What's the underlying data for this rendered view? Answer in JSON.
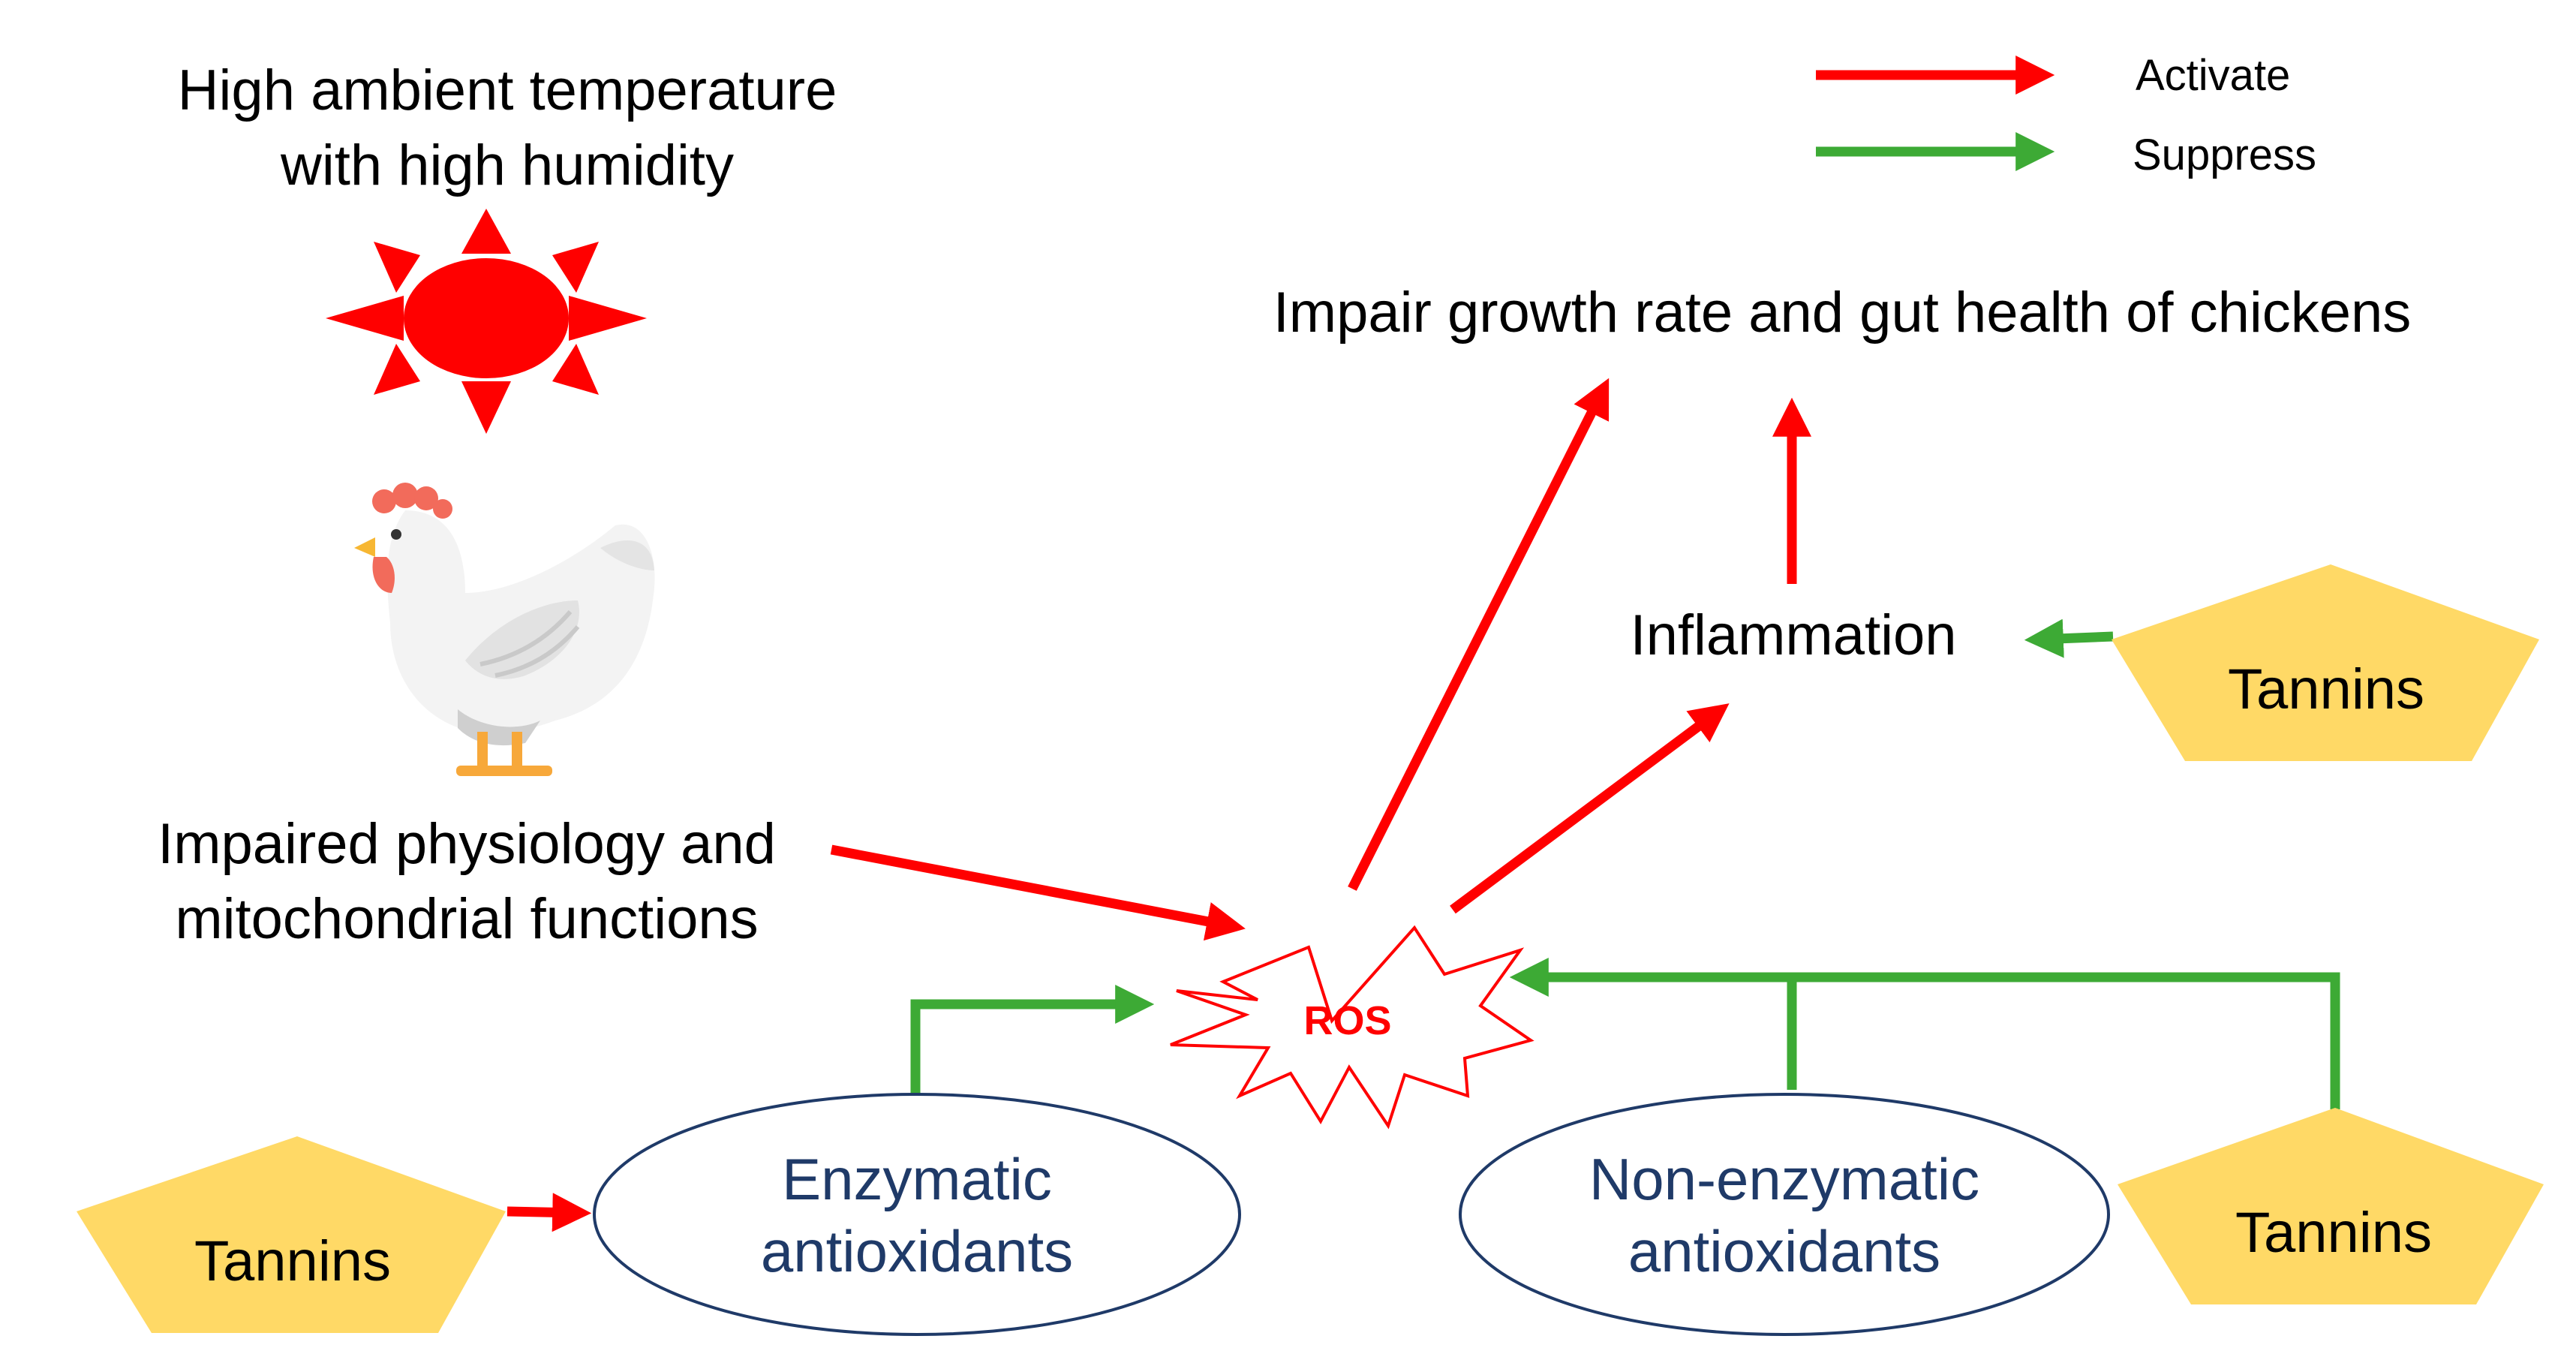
{
  "legend": {
    "activate_label": "Activate",
    "suppress_label": "Suppress"
  },
  "colors": {
    "activate": "#ff0000",
    "suppress": "#3daa35",
    "tannin_fill": "#ffd966",
    "sun": "#ff0000",
    "antioxidant_text": "#1f3a68",
    "ellipse_stroke": "#1f3a68"
  },
  "title": {
    "line1": "High ambient temperature",
    "line2": "with high humidity"
  },
  "nodes": {
    "impaired_line1": "Impaired physiology and",
    "impaired_line2": "mitochondrial functions",
    "ros": "ROS",
    "inflammation": "Inflammation",
    "outcome": "Impair growth rate and gut health of chickens",
    "enzymatic_line1": "Enzymatic",
    "enzymatic_line2": "antioxidants",
    "nonenzymatic_line1": "Non-enzymatic",
    "nonenzymatic_line2": "antioxidants",
    "tannins_left": "Tannins",
    "tannins_right_top": "Tannins",
    "tannins_right_bottom": "Tannins"
  },
  "icons": {
    "sun": "sun-icon",
    "chicken": "chicken-icon",
    "ros_burst": "explosion-burst-icon"
  }
}
